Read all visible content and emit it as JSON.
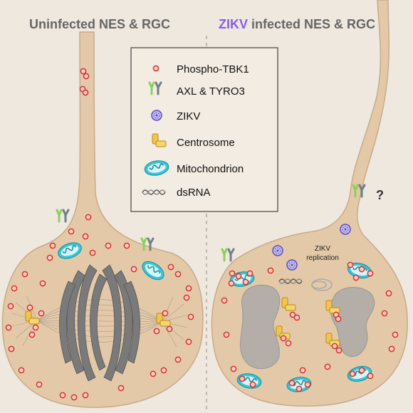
{
  "titles": {
    "left": "Uninfected NES & RGC",
    "right_zikv": "ZIKV",
    "right_rest": " infected NES & RGC"
  },
  "legend": [
    {
      "icon": "phospho-tbk1-icon",
      "label": "Phospho-TBK1"
    },
    {
      "icon": "axl-tyro3-icon",
      "label": "AXL & TYRO3"
    },
    {
      "icon": "zikv-icon",
      "label": "ZIKV"
    },
    {
      "icon": "centrosome-icon",
      "label": "Centrosome"
    },
    {
      "icon": "mitochondrion-icon",
      "label": "Mitochondrion"
    },
    {
      "icon": "dsrna-icon",
      "label": "dsRNA"
    }
  ],
  "annotations": {
    "zikv_replication_line1": "ZIKV",
    "zikv_replication_line2": "replication",
    "question_mark": "?"
  },
  "colors": {
    "background": "#eee8df",
    "cell_fill": "#e3c9a8",
    "cell_stroke": "#c8ab88",
    "tbk1": "#e0302c",
    "zikv_title": "#8a5cf0",
    "title_gray": "#666666",
    "mito_outer": "#33c6d8",
    "centrosome": "#f2c64a",
    "chromatin": "#7a7a7a",
    "nucleus": "#b3afa8",
    "receptor_green": "#8ccf5e",
    "receptor_gray": "#6f7f8a",
    "zikv_virus": "#7a6bd6"
  }
}
